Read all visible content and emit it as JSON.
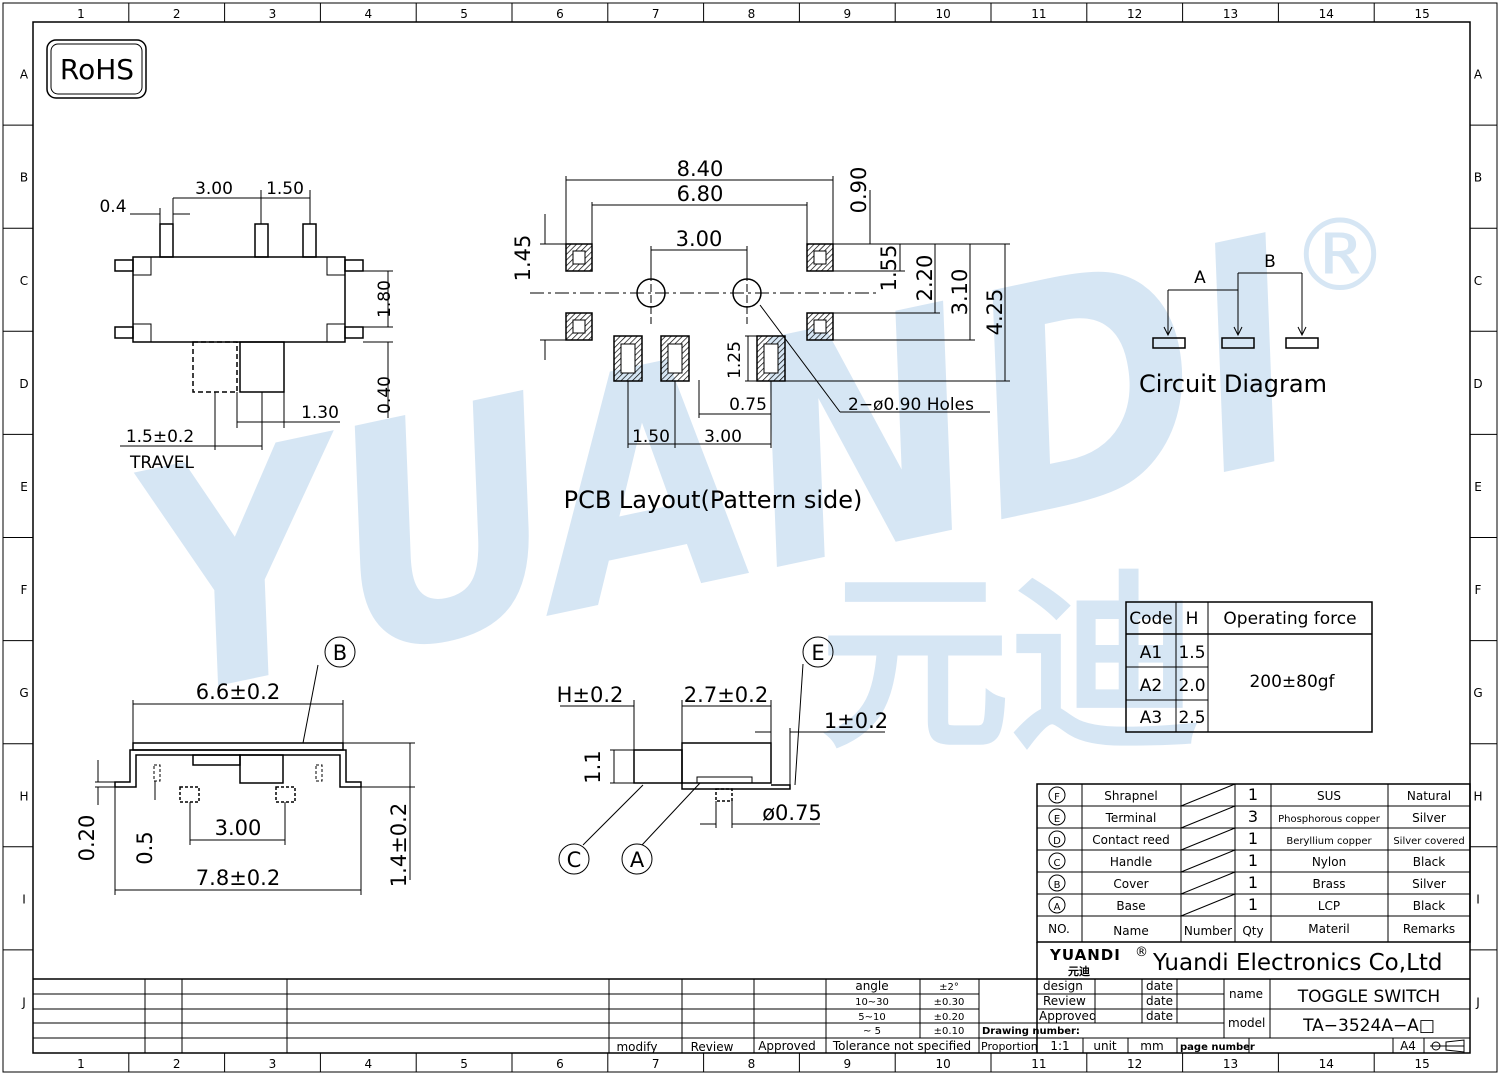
{
  "grid": {
    "cols": [
      "1",
      "2",
      "3",
      "4",
      "5",
      "6",
      "7",
      "8",
      "9",
      "10",
      "11",
      "12",
      "13",
      "14",
      "15"
    ],
    "rows": [
      "A",
      "B",
      "C",
      "D",
      "E",
      "F",
      "G",
      "H",
      "I",
      "J"
    ]
  },
  "rohs": "RoHS",
  "watermark": {
    "text": "YUANDI",
    "cjk": "元迪",
    "mark": "®"
  },
  "side_view": {
    "dims": {
      "d04": "0.4",
      "d300": "3.00",
      "d150": "1.50",
      "d180": "1.80",
      "d040": "0.40",
      "d130": "1.30",
      "travel": "1.5±0.2",
      "travel_label": "TRAVEL"
    }
  },
  "pcb": {
    "dims": {
      "d840": "8.40",
      "d680": "6.80",
      "d300": "3.00",
      "d145": "1.45",
      "d090": "0.90",
      "d155": "1.55",
      "d220": "2.20",
      "d310": "3.10",
      "d425": "4.25",
      "d125": "1.25",
      "d075": "0.75",
      "d150b": "1.50",
      "d300b": "3.00",
      "holes": "2−ø0.90  Holes"
    },
    "title": "PCB  Layout(Pattern  side)"
  },
  "circuit": {
    "a": "A",
    "b": "B",
    "title": "Circuit  Diagram"
  },
  "front_view": {
    "dims": {
      "d66": "6.6±0.2",
      "d020": "0.20",
      "d05": "0.5",
      "d300": "3.00",
      "d78": "7.8±0.2",
      "d14": "1.4±0.2"
    },
    "callout": "B"
  },
  "end_view": {
    "dims": {
      "h": "H±0.2",
      "d27": "2.7±0.2",
      "d1": "1±0.2",
      "d11": "1.1",
      "d075": "ø0.75"
    },
    "callouts": {
      "e": "E",
      "c": "C",
      "a": "A"
    }
  },
  "force_table": {
    "headers": [
      "Code",
      "H",
      "Operating  force"
    ],
    "rows": [
      [
        "A1",
        "1.5"
      ],
      [
        "A2",
        "2.0"
      ],
      [
        "A3",
        "2.5"
      ]
    ],
    "force": "200±80gf"
  },
  "bom": {
    "rows": [
      {
        "no": "F",
        "name": "Shrapnel",
        "qty": "1",
        "material": "SUS",
        "remarks": "Natural"
      },
      {
        "no": "E",
        "name": "Terminal",
        "qty": "3",
        "material": "Phosphorous  copper",
        "remarks": "Silver"
      },
      {
        "no": "D",
        "name": "Contact  reed",
        "qty": "1",
        "material": "Beryllium  copper",
        "remarks": "Silver  covered"
      },
      {
        "no": "C",
        "name": "Handle",
        "qty": "1",
        "material": "Nylon",
        "remarks": "Black"
      },
      {
        "no": "B",
        "name": "Cover",
        "qty": "1",
        "material": "Brass",
        "remarks": "Silver"
      },
      {
        "no": "A",
        "name": "Base",
        "qty": "1",
        "material": "LCP",
        "remarks": "Black"
      }
    ],
    "headers": {
      "no": "NO.",
      "name": "Name",
      "number": "Number",
      "qty": "Qty",
      "material": "Materil",
      "remarks": "Remarks"
    }
  },
  "title_block": {
    "logo": "YUANDI",
    "logo_cjk": "元迪",
    "logo_mark": "®",
    "company": "Yuandi  Electronics  Co,Ltd",
    "design": "design",
    "review": "Review",
    "approved": "Approved",
    "date": "date",
    "name_label": "name",
    "name_value": "TOGGLE  SWITCH",
    "model_label": "model",
    "model_value": "TA−3524A−A□",
    "drawing_number": "Drawing  number:",
    "proportion": "Proportion",
    "scale": "1:1",
    "unit": "unit",
    "mm": "mm",
    "page_number": "page  number",
    "paper": "A4",
    "revision": {
      "modify": "modify",
      "review": "Review",
      "approved": "Approved"
    },
    "tolerance": {
      "label": "Tolerance  not  specified",
      "rows": [
        [
          "angle",
          "±2°"
        ],
        [
          "10~30",
          "±0.30"
        ],
        [
          "5~10",
          "±0.20"
        ],
        [
          "~ 5",
          "±0.10"
        ]
      ]
    }
  }
}
